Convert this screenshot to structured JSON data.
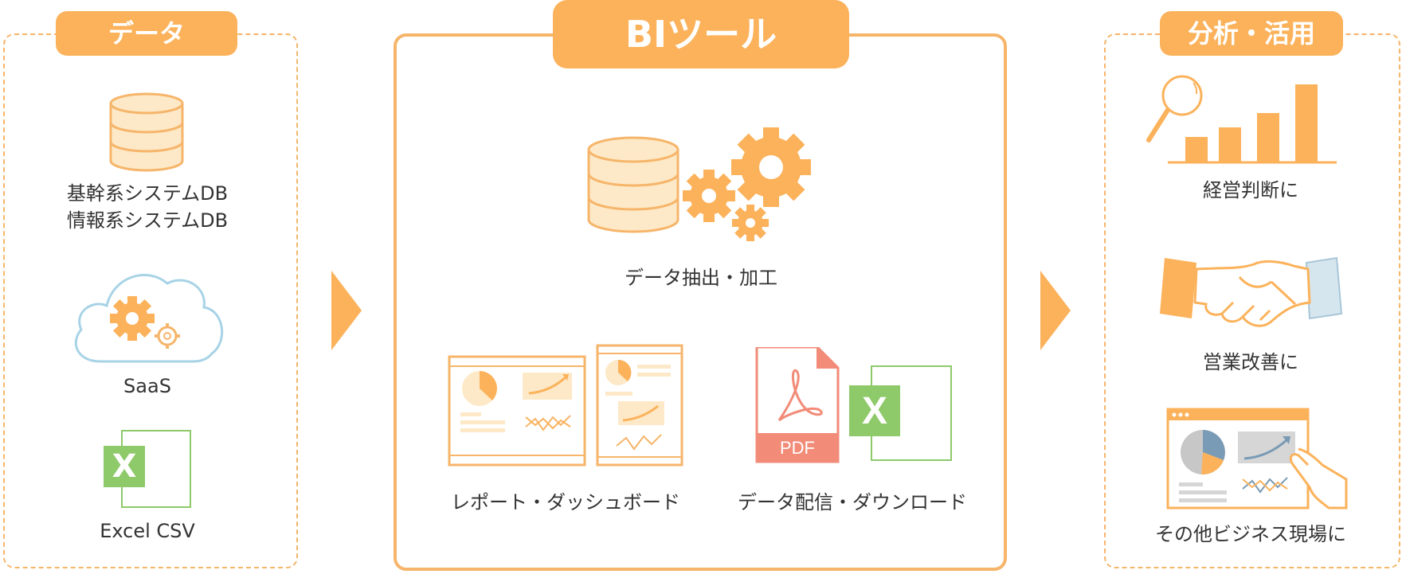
{
  "colors": {
    "accent": "#fbb25b",
    "accent_light": "#fde9c7",
    "line": "#f6b56a",
    "excel_green": "#8ec96a",
    "pdf_red": "#f28b78",
    "blue_gray": "#7a9bb5"
  },
  "left": {
    "title": "データ",
    "db_label_1": "基幹系システムDB",
    "db_label_2": "情報系システムDB",
    "saas_label": "SaaS",
    "excel_label": "Excel CSV",
    "excel_letter": "X"
  },
  "center": {
    "title": "BIツール",
    "extract_label": "データ抽出・加工",
    "report_label": "レポート・ダッシュボード",
    "delivery_label": "データ配信・ダウンロード",
    "pdf_text": "PDF",
    "excel_letter": "X"
  },
  "right": {
    "title": "分析・活用",
    "item1": "経営判断に",
    "item2": "営業改善に",
    "item3": "その他ビジネス現場に"
  },
  "icons": [
    "database-icon",
    "cloud-gears-icon",
    "excel-icon",
    "database-gears-icon",
    "dashboard-icon",
    "pdf-icon",
    "bar-chart-magnifier-icon",
    "handshake-icon",
    "presentation-icon",
    "arrow-right-icon"
  ]
}
